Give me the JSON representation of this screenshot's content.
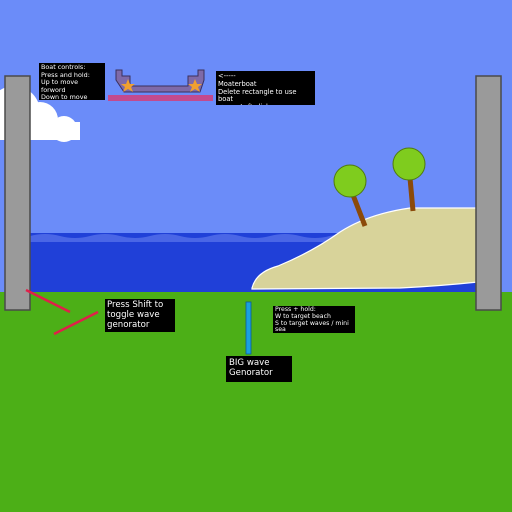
{
  "colors": {
    "sky": "#6b8cf9",
    "cloud": "#ffffff",
    "sea": "#2040d8",
    "sea_light": "#4a66e6",
    "ground": "#4caf17",
    "island_sand": "#d8d39a",
    "island_outline": "#ffffff",
    "pillar": "#9a9a9a",
    "pillar_outline": "#4a4a4a",
    "tree_trunk": "#8b4a0a",
    "tree_leaves": "#7fcc1e",
    "boat_hull": "#7f6aa8",
    "boat_spawn_rect": "#c34a8e",
    "boat_star": "#f0a030",
    "toggle_lever": "#e0204a",
    "wave_generator": "#1aa0e0",
    "label_bg": "#000000",
    "label_text": "#ffffff"
  },
  "labels": {
    "boat_controls": "Boat controls:\nPress and hold:\nUp to move forword\nDown to move back",
    "moaterboat_spawn": "<-----\nMoaterboat\nDelete rectangle to use boat\n<------ Left click",
    "shift_toggle": "Press Shift to\ntoggle wave\ngenorator",
    "wave_target": "Press + hold:\nW to target beach\nS to target waves / mini\nsea",
    "big_wave": "BIG wave\nGenorator"
  },
  "icons": {
    "boat": "motorboat-icon",
    "spawn_bar": "spawn-rectangle",
    "toggle": "lever-switch",
    "generator": "wave-generator-bar"
  }
}
